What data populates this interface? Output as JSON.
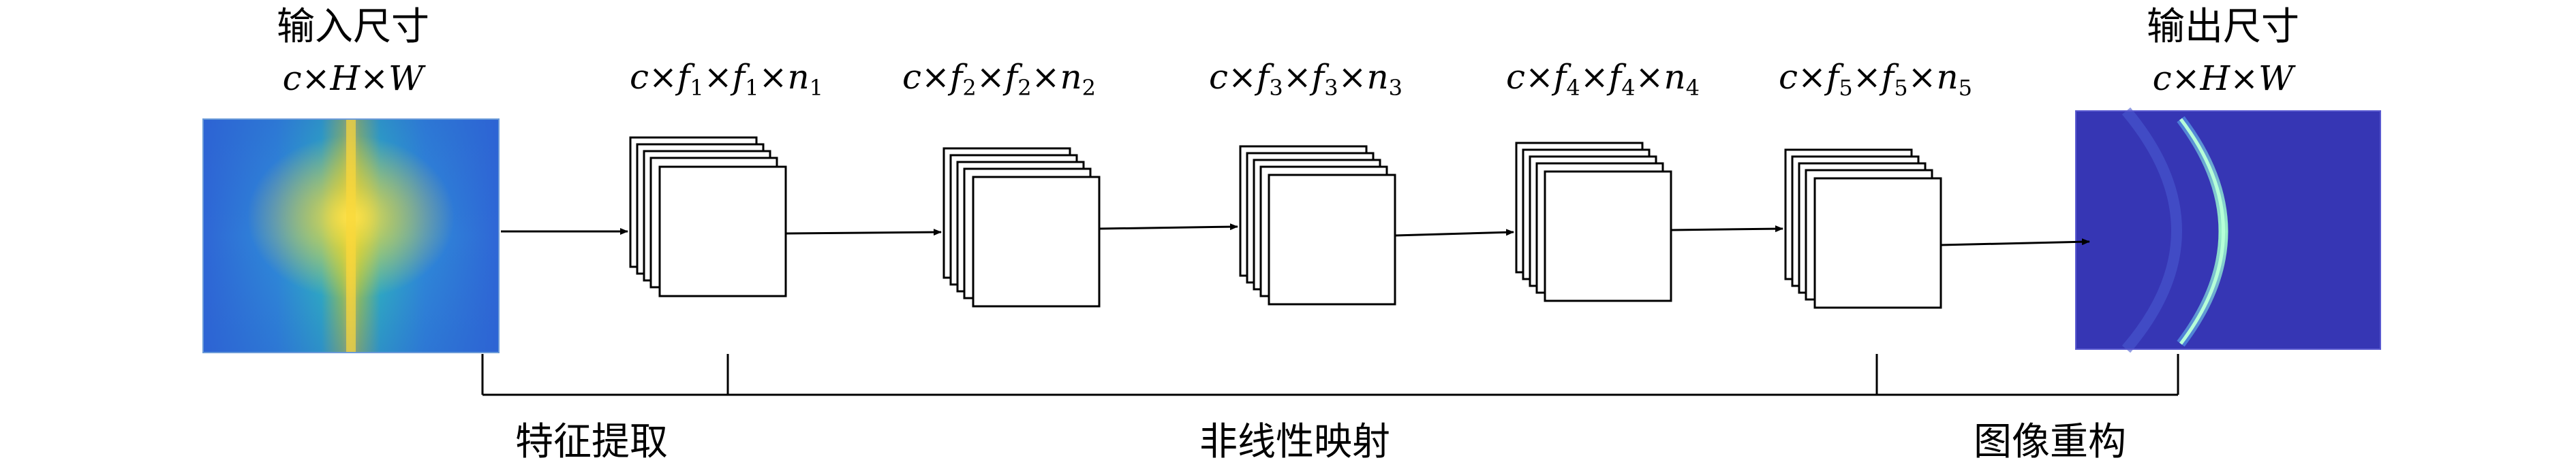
{
  "input": {
    "title": "输入尺寸",
    "size": "c×H×W",
    "image": "spectrum-heatmap"
  },
  "output": {
    "title": "输出尺寸",
    "size": "c×H×W",
    "image": "arc-reconstruction"
  },
  "layers": [
    {
      "label_sub": "1",
      "n_sub": "1"
    },
    {
      "label_sub": "2",
      "n_sub": "2"
    },
    {
      "label_sub": "3",
      "n_sub": "3"
    },
    {
      "label_sub": "4",
      "n_sub": "4"
    },
    {
      "label_sub": "5",
      "n_sub": "5"
    }
  ],
  "stages": {
    "feature_extraction": "特征提取",
    "nonlinear_mapping": "非线性映射",
    "reconstruction": "图像重构"
  },
  "colors": {
    "input_background": "#2a6fd8",
    "input_band": "#f5d23a",
    "output_background": "#3a3ab8",
    "output_arc": "#7ee8c8"
  }
}
